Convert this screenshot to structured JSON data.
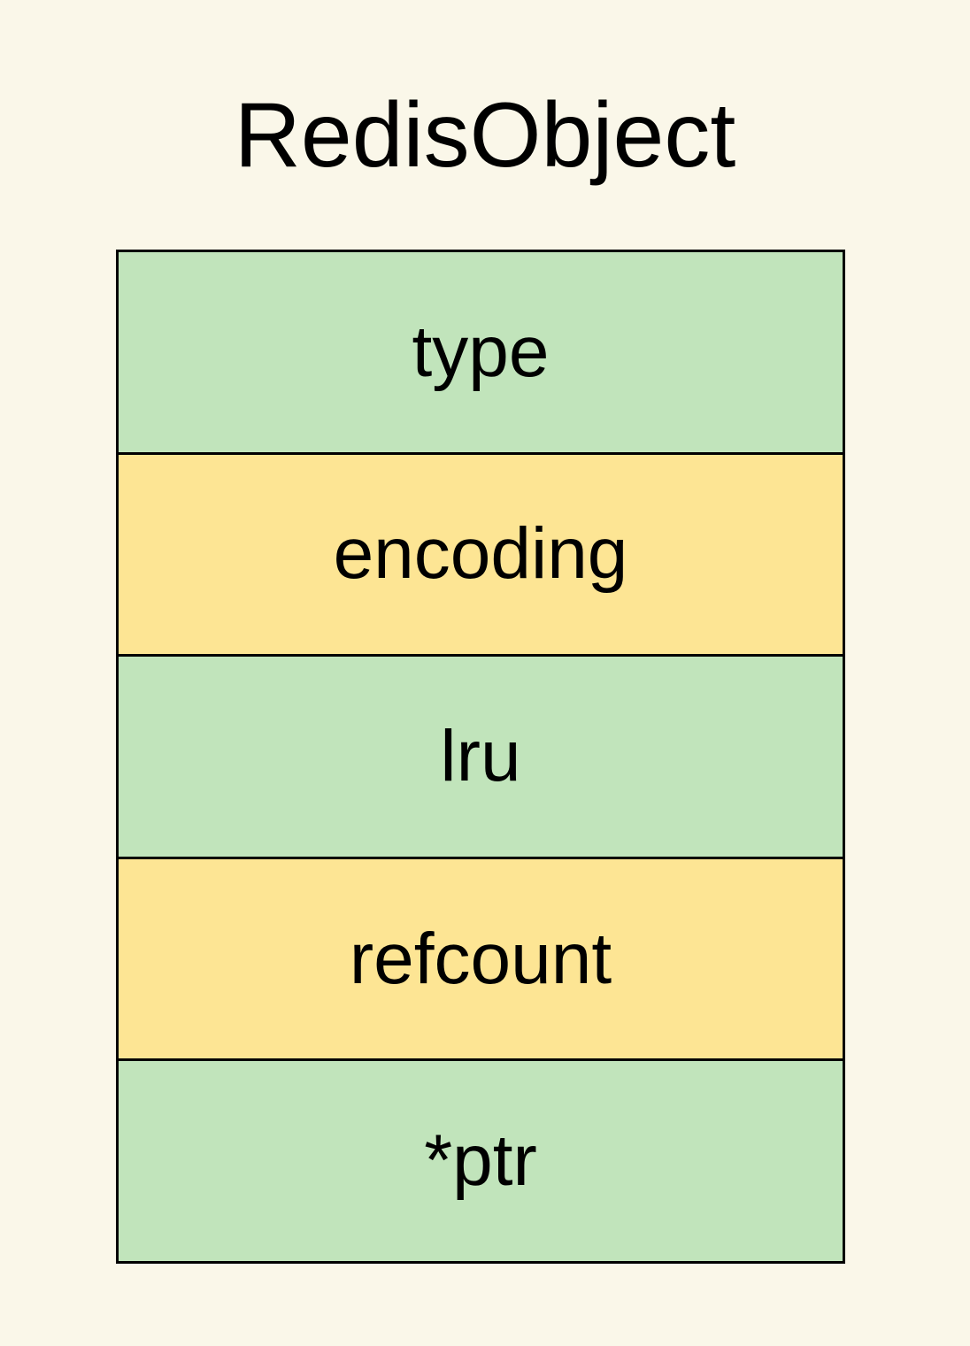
{
  "page": {
    "title": "RedisObject",
    "background_color": "#faf7e9",
    "text_color": "#000000"
  },
  "diagram": {
    "border_color": "#000000",
    "colors": {
      "green": "#c1e4bb",
      "yellow": "#fde594"
    },
    "rows": [
      {
        "label": "type",
        "color": "#c1e4bb"
      },
      {
        "label": "encoding",
        "color": "#fde594"
      },
      {
        "label": "lru",
        "color": "#c1e4bb"
      },
      {
        "label": "refcount",
        "color": "#fde594"
      },
      {
        "label": "*ptr",
        "color": "#c1e4bb"
      }
    ]
  }
}
